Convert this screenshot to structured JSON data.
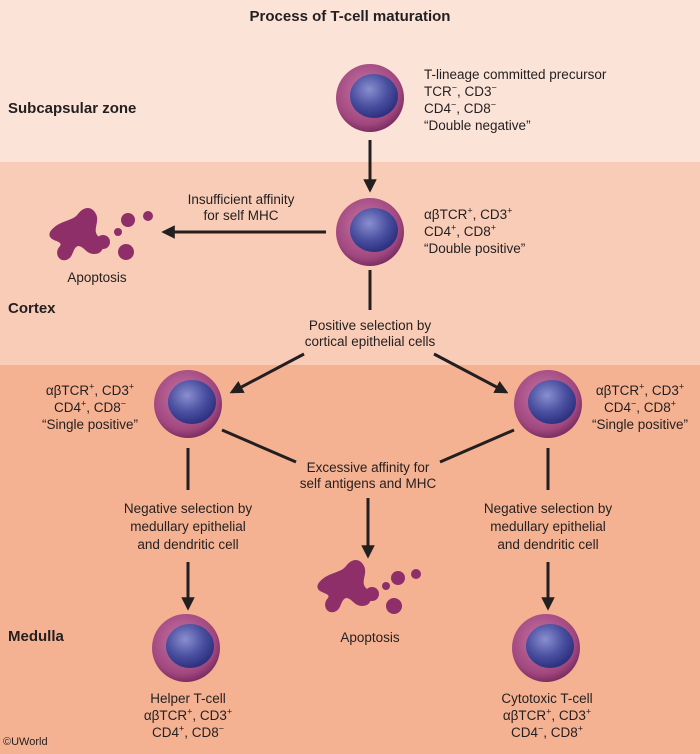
{
  "title": "Process of T-cell maturation",
  "zones": {
    "subcapsular": "Subcapsular zone",
    "cortex": "Cortex",
    "medulla": "Medulla"
  },
  "nodes": {
    "precursor": {
      "l1": "T-lineage committed precursor",
      "l2a": "TCR",
      "l2a_sup": "−",
      "l2b": ", CD3",
      "l2b_sup": "−",
      "l3a": "CD4",
      "l3a_sup": "−",
      "l3b": ", CD8",
      "l3b_sup": "−",
      "l4": "“Double negative”"
    },
    "double_positive": {
      "l1a": "αβTCR",
      "l1a_sup": "+",
      "l1b": ", CD3",
      "l1b_sup": "+",
      "l2a": "CD4",
      "l2a_sup": "+",
      "l2b": ", CD8",
      "l2b_sup": "+",
      "l3": "“Double positive”"
    },
    "sp_cd4": {
      "l1a": "αβTCR",
      "l1a_sup": "+",
      "l1b": ", CD3",
      "l1b_sup": "+",
      "l2a": "CD4",
      "l2a_sup": "+",
      "l2b": ", CD8",
      "l2b_sup": "−",
      "l3": "“Single positive”"
    },
    "sp_cd8": {
      "l1a": "αβTCR",
      "l1a_sup": "+",
      "l1b": ", CD3",
      "l1b_sup": "+",
      "l2a": "CD4",
      "l2a_sup": "−",
      "l2b": ", CD8",
      "l2b_sup": "+",
      "l3": "“Single positive”"
    },
    "helper": {
      "l1": "Helper T-cell",
      "l2a": "αβTCR",
      "l2a_sup": "+",
      "l2b": ", CD3",
      "l2b_sup": "+",
      "l3a": "CD4",
      "l3a_sup": "+",
      "l3b": ", CD8",
      "l3b_sup": "−"
    },
    "cytotoxic": {
      "l1": "Cytotoxic T-cell",
      "l2a": "αβTCR",
      "l2a_sup": "+",
      "l2b": ", CD3",
      "l2b_sup": "+",
      "l3a": "CD4",
      "l3a_sup": "−",
      "l3b": ", CD8",
      "l3b_sup": "+"
    }
  },
  "edges": {
    "insufficient": {
      "l1": "Insufficient affinity",
      "l2": "for self MHC"
    },
    "positive": {
      "l1": "Positive selection by",
      "l2": "cortical epithelial cells"
    },
    "excessive": {
      "l1": "Excessive affinity for",
      "l2": "self antigens and MHC"
    },
    "negative_left": {
      "l1": "Negative selection by",
      "l2": "medullary epithelial",
      "l3": "and dendritic cell"
    },
    "negative_right": {
      "l1": "Negative selection by",
      "l2": "medullary epithelial",
      "l3": "and dendritic cell"
    }
  },
  "apoptosis_top": "Apoptosis",
  "apoptosis_bottom": "Apoptosis",
  "copyright": "©UWorld",
  "colors": {
    "cell_outer": "#a1477f",
    "cell_nucleus": "#3b3f93",
    "apoptotic": "#8e2f6a",
    "arrow": "#231f20"
  }
}
